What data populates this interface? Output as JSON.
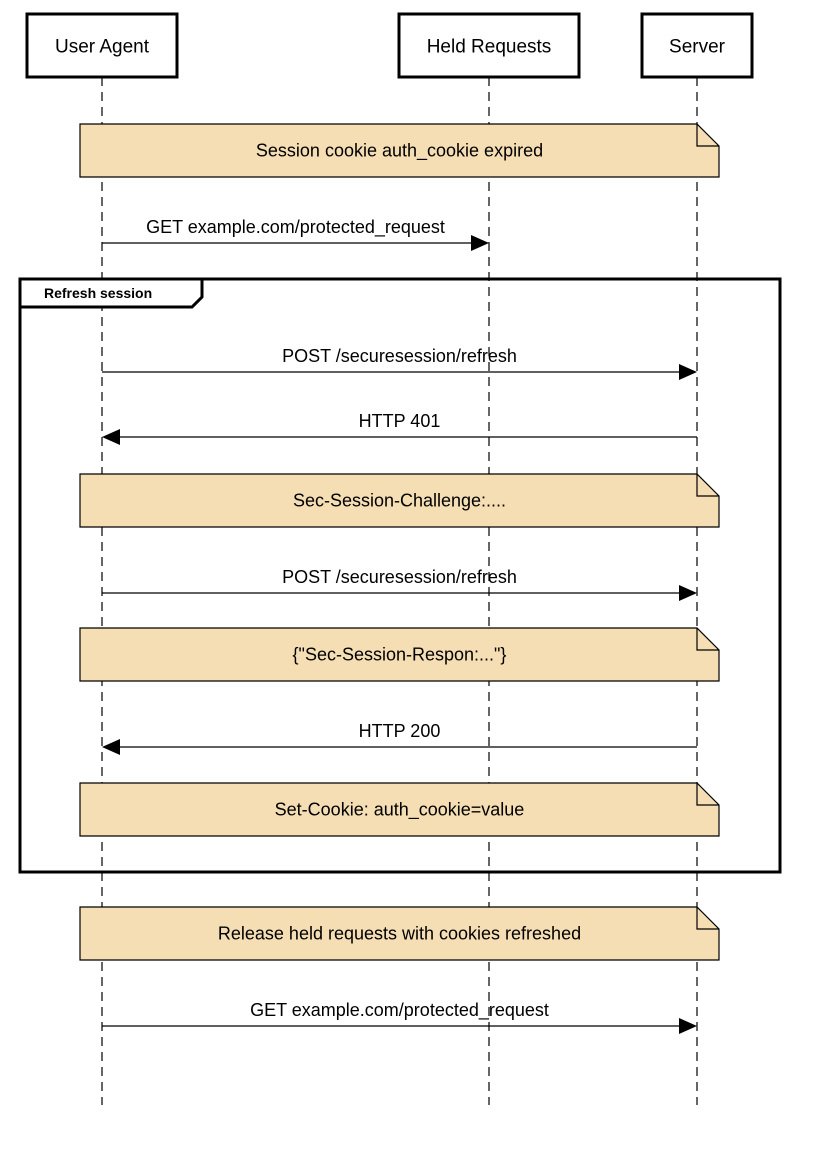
{
  "participants": [
    {
      "id": "user_agent",
      "label": "User Agent"
    },
    {
      "id": "held_requests",
      "label": "Held Requests"
    },
    {
      "id": "server",
      "label": "Server"
    }
  ],
  "frame": {
    "label": "Refresh session"
  },
  "events": [
    {
      "kind": "note",
      "text": "Session cookie auth_cookie expired"
    },
    {
      "kind": "message",
      "from": "user_agent",
      "to": "held_requests",
      "text": "GET example.com/protected_request"
    },
    {
      "kind": "message",
      "from": "user_agent",
      "to": "server",
      "text": "POST /securesession/refresh"
    },
    {
      "kind": "message",
      "from": "server",
      "to": "user_agent",
      "text": "HTTP 401"
    },
    {
      "kind": "note",
      "text": "Sec-Session-Challenge:...."
    },
    {
      "kind": "message",
      "from": "user_agent",
      "to": "server",
      "text": "POST /securesession/refresh"
    },
    {
      "kind": "note",
      "text": "{\"Sec-Session-Respon:...\"}"
    },
    {
      "kind": "message",
      "from": "server",
      "to": "user_agent",
      "text": "HTTP 200"
    },
    {
      "kind": "note",
      "text": "Set-Cookie: auth_cookie=value"
    },
    {
      "kind": "note",
      "text": "Release held requests with cookies refreshed"
    },
    {
      "kind": "message",
      "from": "user_agent",
      "to": "server",
      "text": "GET example.com/protected_request"
    }
  ]
}
